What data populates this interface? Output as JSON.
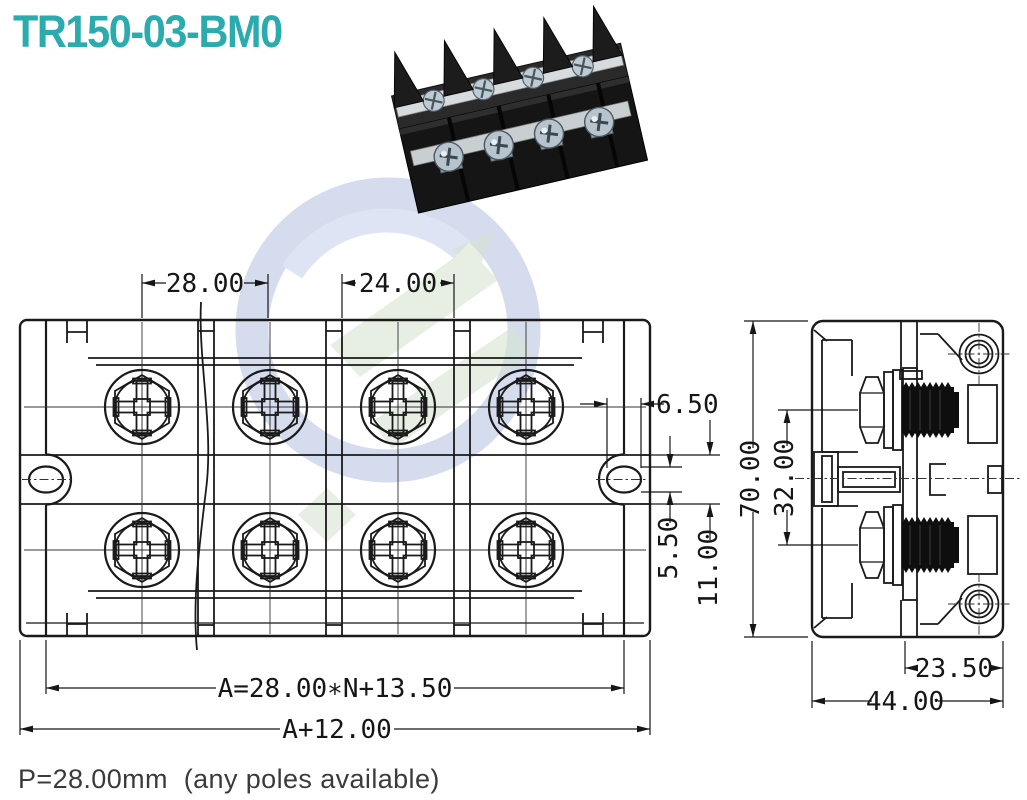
{
  "title": "TR150-03-BM0",
  "note": "P=28.00mm  (any poles available)",
  "front_view": {
    "dim_pitch": "28.00",
    "dim_cell": "24.00",
    "dim_slot_w": "6.50",
    "dim_slot_h": "5.50",
    "dim_band": "11.00",
    "dim_formula": "A=28.00∗N+13.50",
    "dim_overall": "A+12.00"
  },
  "side_view": {
    "dim_height": "70.00",
    "dim_bolt_span": "32.00",
    "dim_center_to_edge": "23.50",
    "dim_width": "44.00"
  },
  "colors": {
    "title_teal": "#2AABAD",
    "drawing_line": "#1A1A1A",
    "watermark_ring": "#CDD6EA",
    "watermark_green": "#CFDFC9",
    "note_text": "#3B3B3B"
  }
}
